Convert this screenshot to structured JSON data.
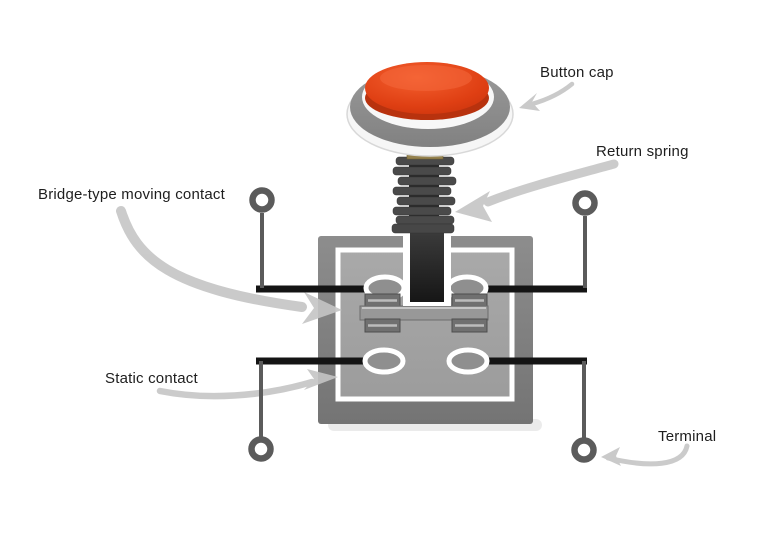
{
  "labels": {
    "button_cap": "Button cap",
    "return_spring": "Return spring",
    "bridge_moving_contact": "Bridge-type moving contact",
    "static_contact": "Static contact",
    "terminal": "Terminal"
  },
  "colors": {
    "button_cap_red": "#d9400f",
    "housing_gray": "#818181",
    "inner_panel_gray": "#a6a6a6",
    "wire_black": "#141414",
    "terminal_gray": "#5b5b5b",
    "callout_arrow_gray": "#c5c5c5",
    "label_text": "#1e1e1e",
    "background": "#ffffff"
  }
}
